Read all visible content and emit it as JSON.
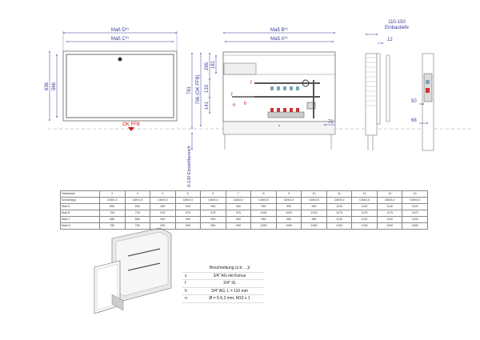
{
  "front_view": {
    "label_d": "Maß D*¹",
    "label_c": "Maß C*¹",
    "height_outer": "636",
    "height_inner": "566",
    "floor_label": "OK FFB"
  },
  "main_view": {
    "label_b": "Maß B*¹",
    "label_a": "Maß A*¹",
    "dim_781": "781",
    "dim_706": "706 (OK FFB)",
    "dim_285": "285",
    "dim_181": "181",
    "dim_133": "133",
    "dim_141": "141",
    "dim_72": "72",
    "adjust": "0-130 Einstellbereich",
    "marks": {
      "f": "f",
      "s": "s",
      "h": "h",
      "n": "n"
    }
  },
  "side_view": {
    "depth": "110-150",
    "depth_label": "Einbautiefe",
    "dim_12": "12",
    "dim_50": "50",
    "dim_68": "68"
  },
  "table": {
    "rows": [
      {
        "label": "Heizkreise",
        "values": [
          "2",
          "3",
          "4",
          "5",
          "6",
          "7",
          "8",
          "9",
          "10",
          "11",
          "12",
          "13",
          "14"
        ]
      },
      {
        "label": "Schranktyp",
        "values": [
          "C69/1,5",
          "C69/1,5",
          "C69/2,0",
          "C69/2,0",
          "C69/2,0",
          "C69/2,0",
          "C69/2,5",
          "C69/2,5",
          "C69/2,5",
          "C69/3,0",
          "C69/3,0",
          "C69/3,0",
          "C69/4,0"
        ]
      },
      {
        "label": "Maß A",
        "values": [
          "690",
          "690",
          "940",
          "940",
          "940",
          "940",
          "990",
          "990",
          "990",
          "1140",
          "1140",
          "1140",
          "1440"
        ]
      },
      {
        "label": "Maß B",
        "values": [
          "725",
          "725",
          "975",
          "975",
          "975",
          "975",
          "1025",
          "1025",
          "1025",
          "1175",
          "1175",
          "1175",
          "1475"
        ]
      },
      {
        "label": "Maß C",
        "values": [
          "680",
          "680",
          "930",
          "930",
          "930",
          "930",
          "980",
          "980",
          "980",
          "1130",
          "1130",
          "1130",
          "1430"
        ]
      },
      {
        "label": "Maß D",
        "values": [
          "750",
          "750",
          "900",
          "900",
          "900",
          "900",
          "1050",
          "1050",
          "1050",
          "1200",
          "1200",
          "1200",
          "1500"
        ]
      }
    ]
  },
  "legend": {
    "header": "Beschreibung (z.b; ...)l",
    "items": [
      {
        "key": "s",
        "text": "3/4\" AG mit Konus"
      },
      {
        "key": "f",
        "text": "3/4\" IG"
      },
      {
        "key": "h",
        "text": "3/4\" AG; L = 110 mm"
      },
      {
        "key": "n",
        "text": "Ø = 5-5,2 mm; M10 x 1"
      }
    ]
  }
}
